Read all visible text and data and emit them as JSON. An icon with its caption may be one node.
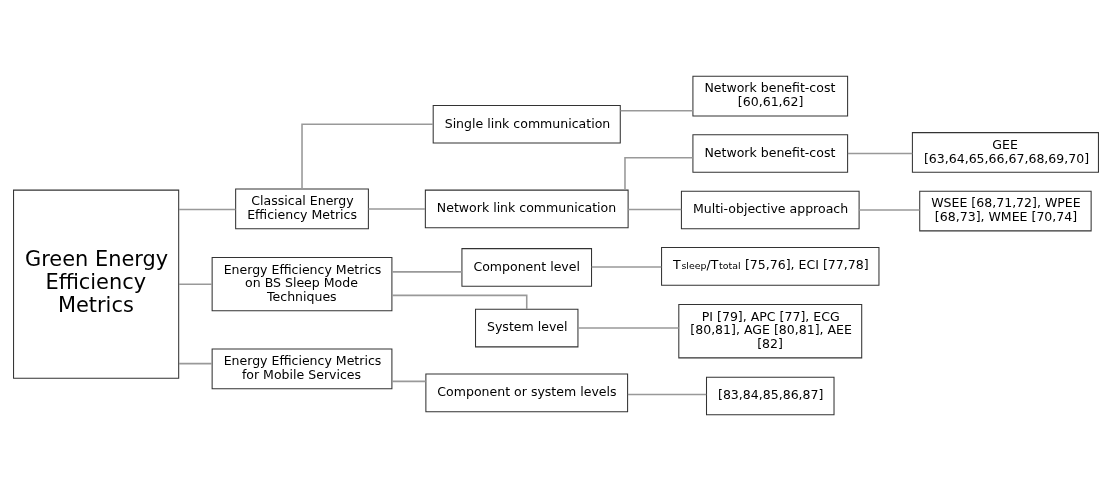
{
  "diagram": {
    "nodes": [
      {
        "text": [
          "Green Energy Efficiency Metrics"
        ]
      },
      {
        "text": [
          "Classical Energy Efficiency Metrics"
        ]
      },
      {
        "text": [
          "Single link communication"
        ]
      },
      {
        "text": [
          "Network benefit-cost [60,61,62]"
        ]
      },
      {
        "text": [
          "Network link communication"
        ]
      },
      {
        "text": [
          "Network benefit-cost"
        ]
      },
      {
        "text": [
          "GEE [63,64,65,66,67,68,69,70]"
        ]
      },
      {
        "text": [
          "Multi-objective approach"
        ]
      },
      {
        "text": [
          "WSEE [68,71,72], WPEE [68,73], WMEE [70,74]"
        ]
      },
      {
        "text": [
          "Energy Efficiency Metrics on BS Sleep Mode Techniques"
        ]
      },
      {
        "text": [
          "Component level"
        ]
      },
      {
        "text": [
          "T$_{sleep}$/T$_{total}$ [75,76], ECI [77,78]"
        ]
      },
      {
        "text": [
          "System level"
        ]
      },
      {
        "text": [
          "PI [79], APC [77], ECG [80,81], AGE [80,81], AEE [82]"
        ]
      },
      {
        "text": [
          "Energy Efficiency Metrics for Mobile Services"
        ]
      },
      {
        "text": [
          "Component or system levels"
        ]
      },
      {
        "text": [
          "[83,84,85,86,87]"
        ]
      }
    ],
    "edges": [
      {
        "from": 0,
        "to": 1,
        "arrow": "none"
      },
      {
        "from": 1,
        "to": 2,
        "arrow": "none"
      },
      {
        "from": 2,
        "to": 3,
        "arrow": "none"
      },
      {
        "from": 1,
        "to": 4,
        "arrow": "none"
      },
      {
        "from": 4,
        "to": 5,
        "arrow": "none"
      },
      {
        "from": 5,
        "to": 6,
        "arrow": "none"
      },
      {
        "from": 4,
        "to": 7,
        "arrow": "none"
      },
      {
        "from": 7,
        "to": 8,
        "arrow": "none"
      },
      {
        "from": 0,
        "to": 9,
        "arrow": "none"
      },
      {
        "from": 9,
        "to": 10,
        "arrow": "none"
      },
      {
        "from": 10,
        "to": 11,
        "arrow": "none"
      },
      {
        "from": 9,
        "to": 12,
        "arrow": "none"
      },
      {
        "from": 12,
        "to": 13,
        "arrow": "none"
      },
      {
        "from": 0,
        "to": 14,
        "arrow": "none"
      },
      {
        "from": 14,
        "to": 15,
        "arrow": "none"
      },
      {
        "from": 15,
        "to": 16,
        "arrow": "none"
      }
    ]
  }
}
